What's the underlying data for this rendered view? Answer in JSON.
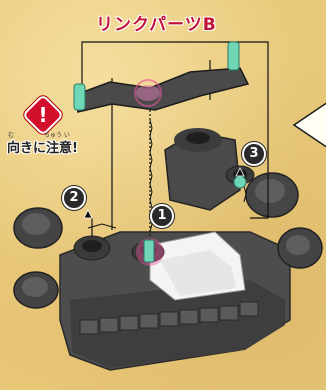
{
  "part_title": "リンクパーツB",
  "caution": {
    "icon": "exclamation-icon",
    "mark": "!",
    "label": "向きに注意!",
    "ruby_mu": "む",
    "ruby_chuui": "ちゅう い"
  },
  "steps": [
    "2",
    "1",
    "3"
  ],
  "colors": {
    "title": "#c2123a",
    "caution": "#d2102e",
    "highlight": "#e2559a",
    "peg": "#6fd6b6",
    "base": "#4a4a4a",
    "background": "#e8c97a"
  }
}
